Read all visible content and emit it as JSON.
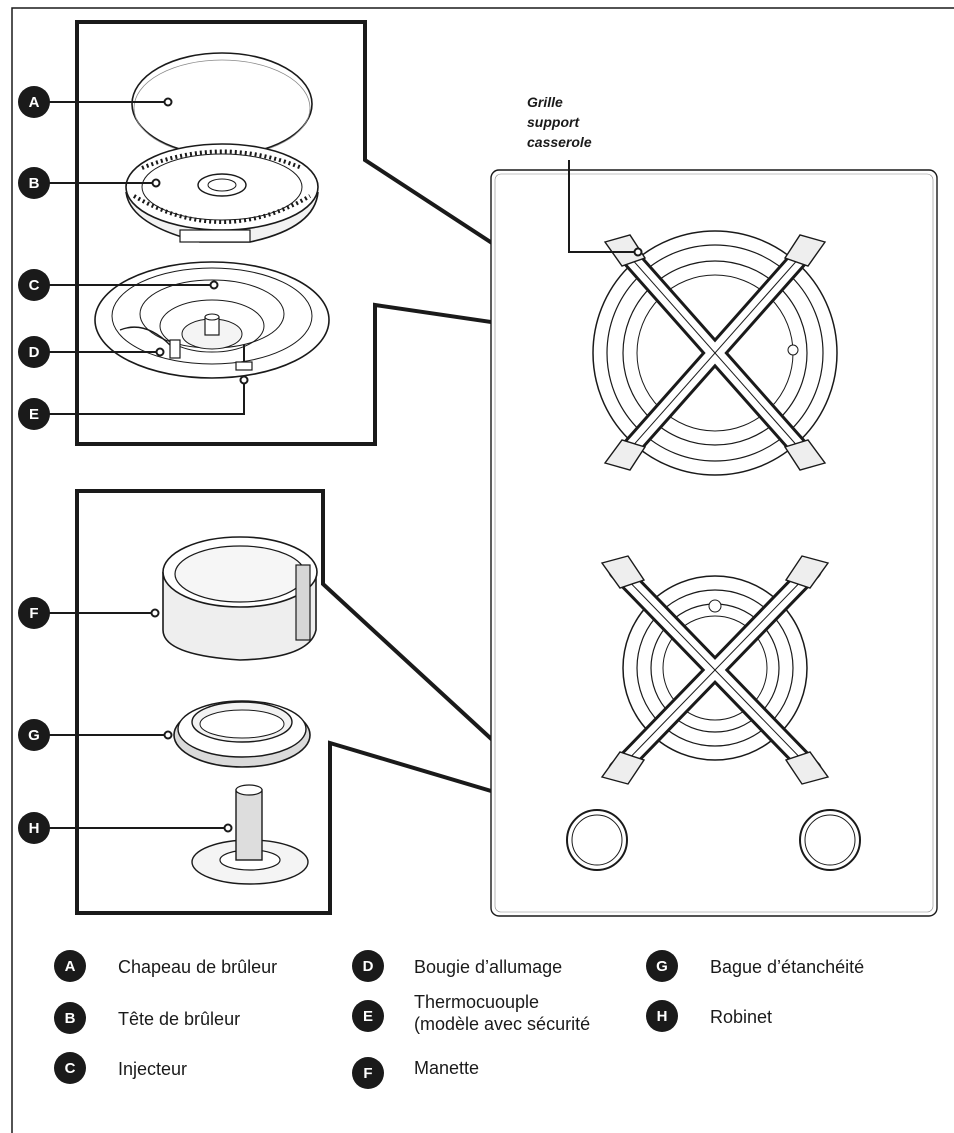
{
  "callout": {
    "lines": [
      "Grille",
      "support",
      "casserole"
    ]
  },
  "parts": [
    {
      "letter": "A",
      "label": "Chapeau de brûleur"
    },
    {
      "letter": "B",
      "label": "Tête de brûleur"
    },
    {
      "letter": "C",
      "label": "Injecteur"
    },
    {
      "letter": "D",
      "label": "Bougie d’allumage"
    },
    {
      "letter": "E",
      "label": "Thermocuouple",
      "label_line2": "(modèle avec sécurité"
    },
    {
      "letter": "F",
      "label": "Manette"
    },
    {
      "letter": "G",
      "label": "Bague d’étanchéité"
    },
    {
      "letter": "H",
      "label": "Robinet"
    }
  ],
  "colors": {
    "badge": "#1a1a1a",
    "line": "#1a1a1a",
    "fill": "#ffffff",
    "shade": "#dcdcdc"
  }
}
